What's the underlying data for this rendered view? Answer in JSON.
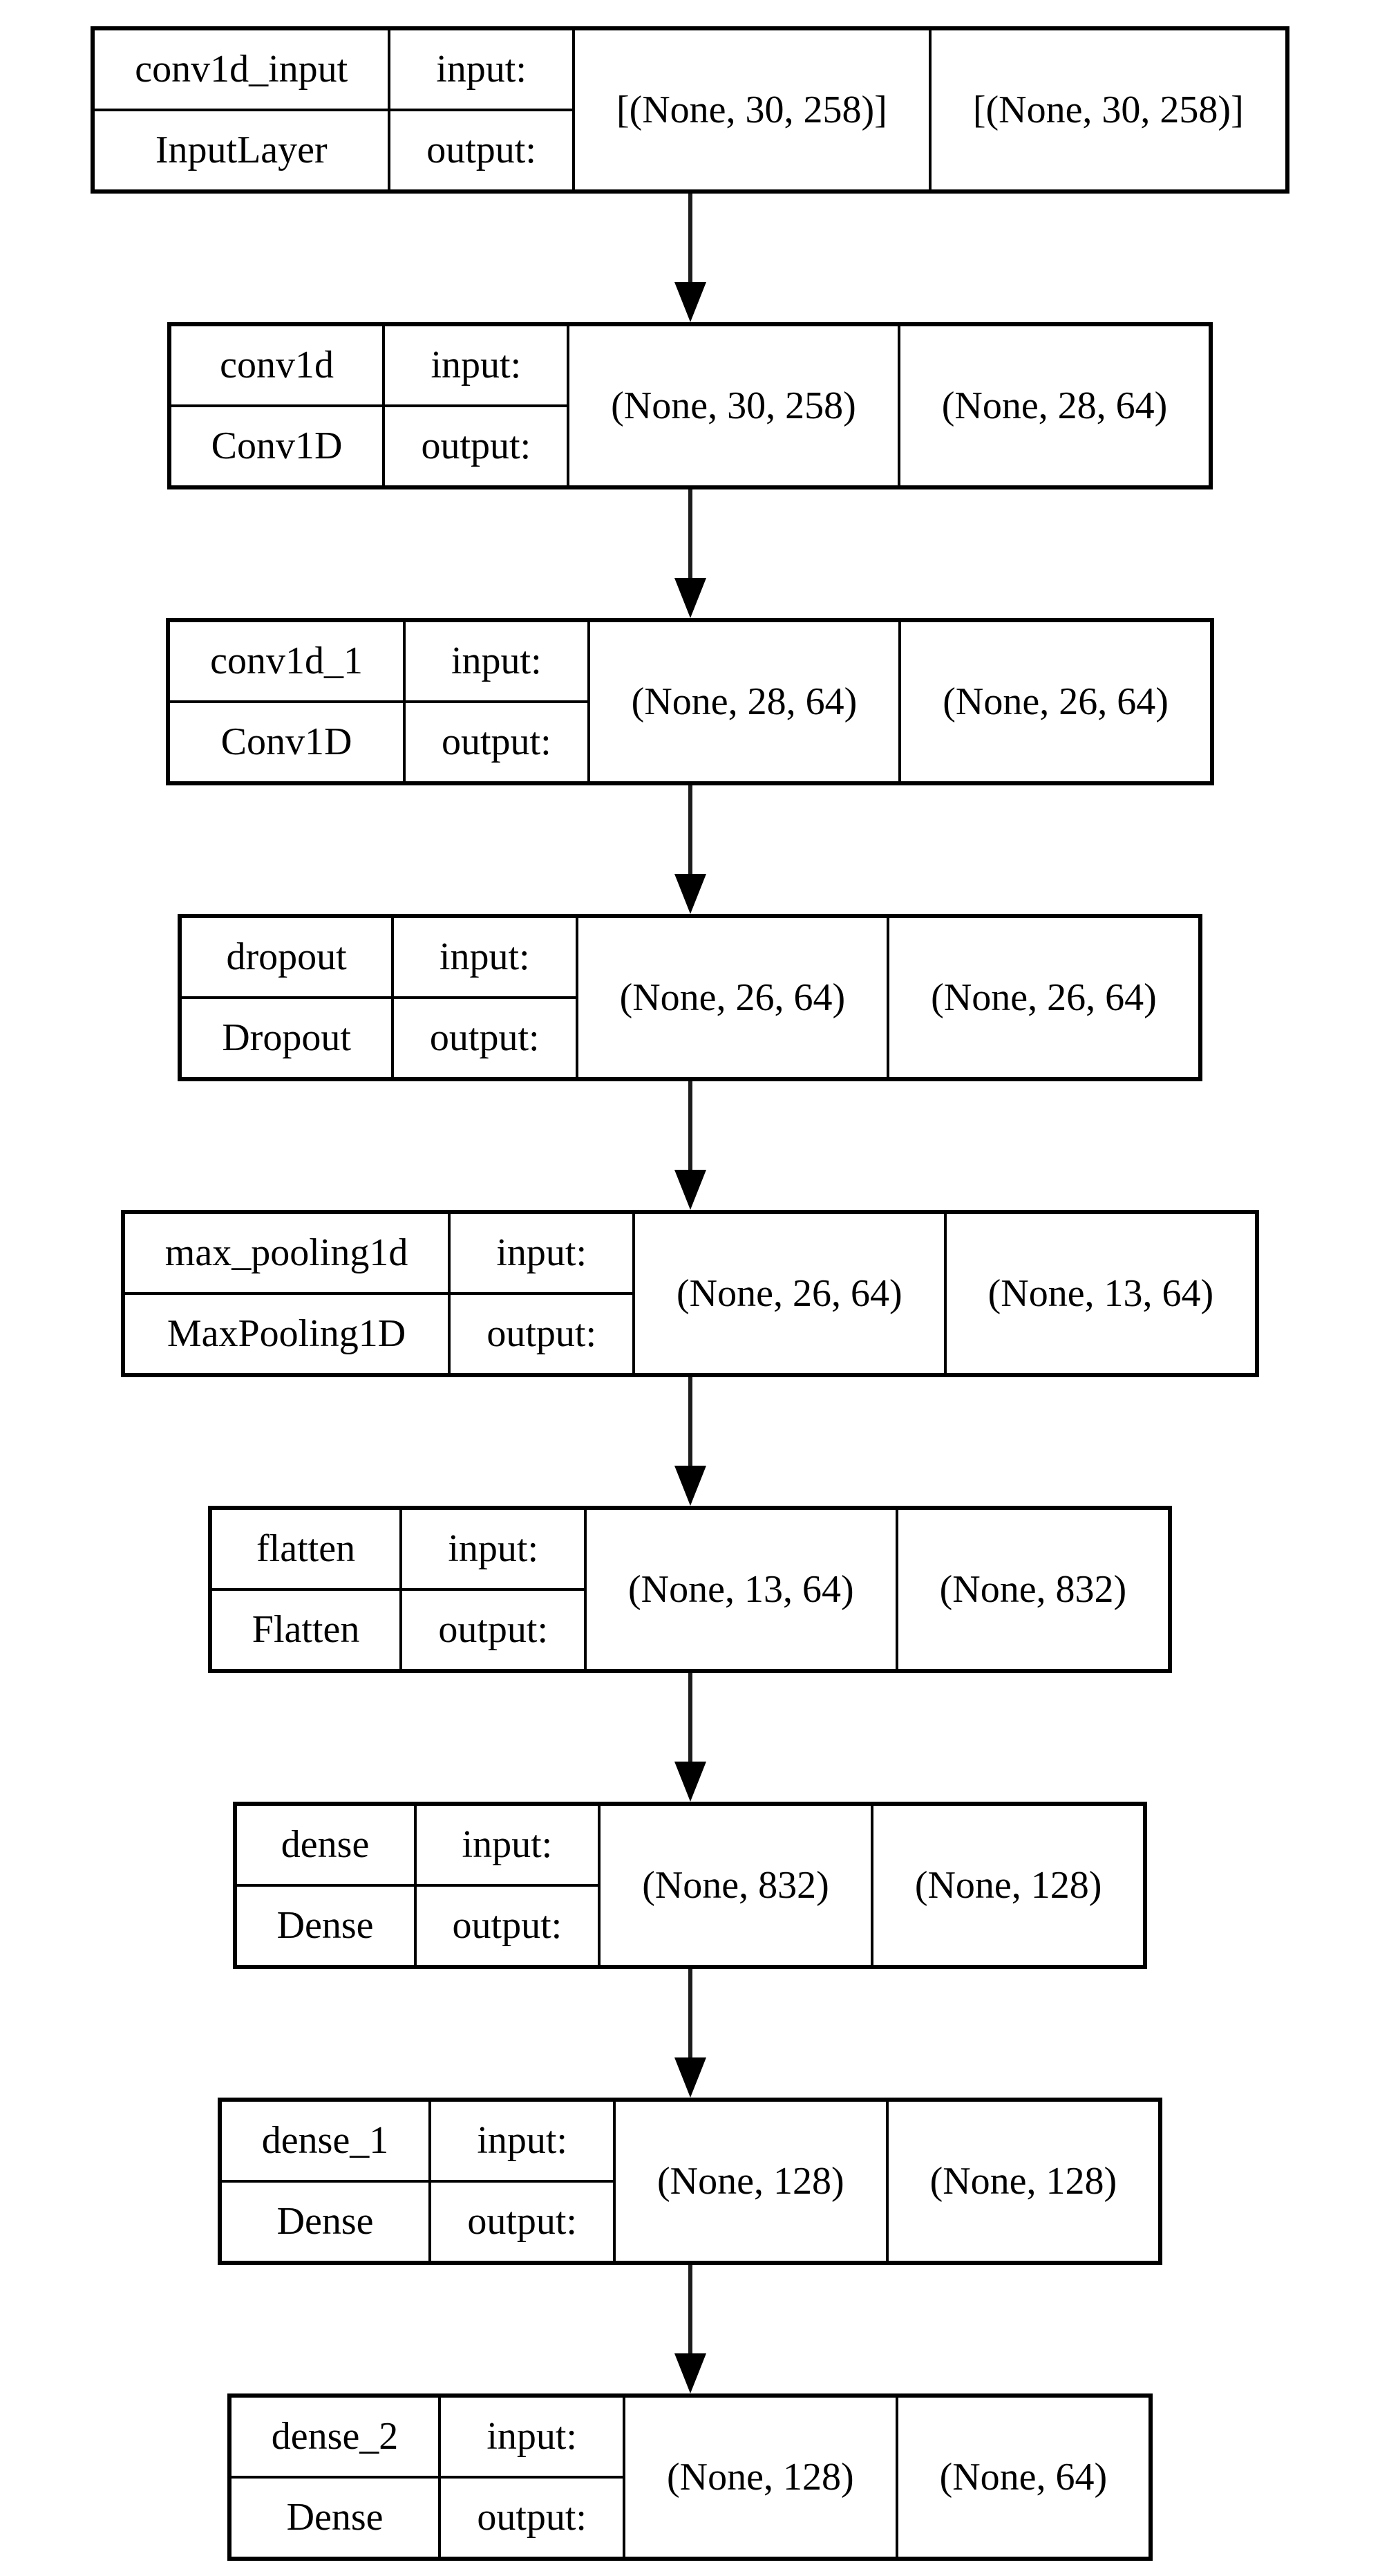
{
  "diagram": {
    "title": "keras-model-architecture",
    "colors": {
      "background": "#ffffff",
      "border": "#000000",
      "text": "#000000",
      "arrow": "#000000"
    },
    "labels": {
      "input": "input:",
      "output": "output:"
    },
    "nodes": [
      {
        "name": "conv1d_input",
        "type": "InputLayer",
        "input_shape": "[(None, 30, 258)]",
        "output_shape": "[(None, 30, 258)]"
      },
      {
        "name": "conv1d",
        "type": "Conv1D",
        "input_shape": "(None, 30, 258)",
        "output_shape": "(None, 28, 64)"
      },
      {
        "name": "conv1d_1",
        "type": "Conv1D",
        "input_shape": "(None, 28, 64)",
        "output_shape": "(None, 26, 64)"
      },
      {
        "name": "dropout",
        "type": "Dropout",
        "input_shape": "(None, 26, 64)",
        "output_shape": "(None, 26, 64)"
      },
      {
        "name": "max_pooling1d",
        "type": "MaxPooling1D",
        "input_shape": "(None, 26, 64)",
        "output_shape": "(None, 13, 64)"
      },
      {
        "name": "flatten",
        "type": "Flatten",
        "input_shape": "(None, 13, 64)",
        "output_shape": "(None, 832)"
      },
      {
        "name": "dense",
        "type": "Dense",
        "input_shape": "(None, 832)",
        "output_shape": "(None, 128)"
      },
      {
        "name": "dense_1",
        "type": "Dense",
        "input_shape": "(None, 128)",
        "output_shape": "(None, 128)"
      },
      {
        "name": "dense_2",
        "type": "Dense",
        "input_shape": "(None, 128)",
        "output_shape": "(None, 64)"
      }
    ]
  }
}
